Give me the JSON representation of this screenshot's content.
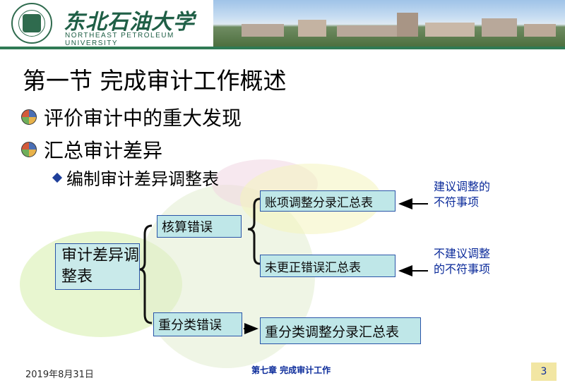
{
  "header": {
    "university_cn": "东北石油大学",
    "university_en": "NORTHEAST PETROLEUM UNIVERSITY"
  },
  "slide": {
    "title": "第一节 完成审计工作概述",
    "bullets": [
      "评价审计中的重大发现",
      "汇总审计差异"
    ],
    "sub_bullet": "编制审计差异调整表"
  },
  "diagram": {
    "main_box": "审计差异调整表",
    "branch_top": "核算错误",
    "branch_bottom": "重分类错误",
    "leaf_top": "账项调整分录汇总表",
    "leaf_mid": "未更正错误汇总表",
    "leaf_bottom": "重分类调整分录汇总表",
    "note_top": [
      "建议调整的",
      "不符事项"
    ],
    "note_mid": [
      "不建议调整",
      "的不符事项"
    ]
  },
  "footer": {
    "date": "2019年8月31日",
    "chapter": "第七章 完成审计工作",
    "page": "3"
  },
  "colors": {
    "accent_green": "#2f7a54",
    "box_fill": "#bfe7e8",
    "box_border": "#2a55a8",
    "note_text": "#0a2a9a"
  }
}
